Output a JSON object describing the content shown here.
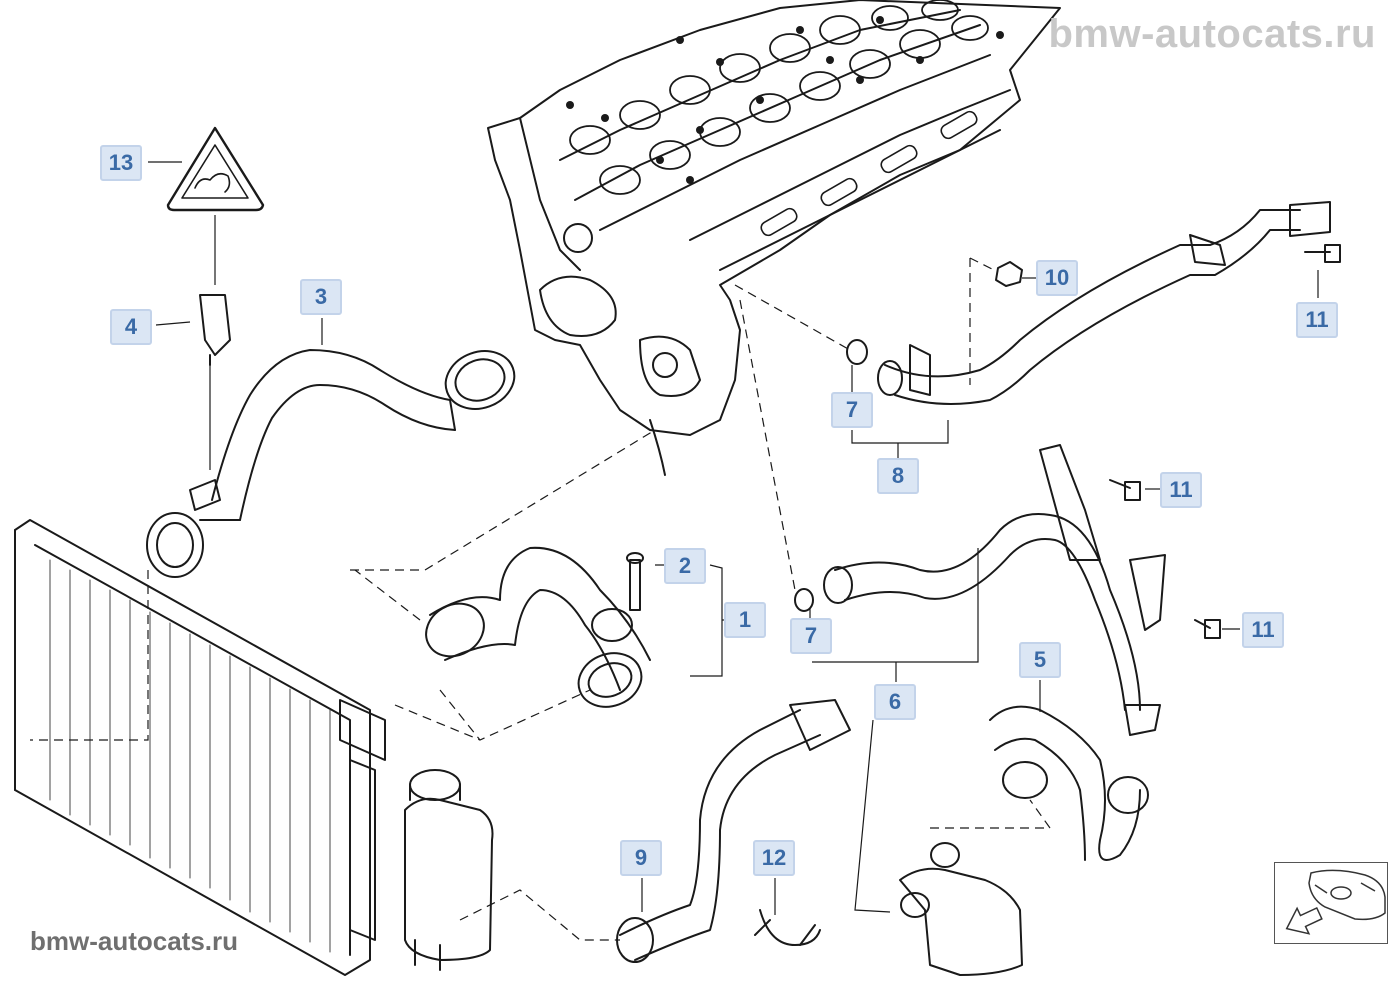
{
  "watermark": {
    "top": "bmw-autocats.ru",
    "bottom": "bmw-autocats.ru"
  },
  "callouts": {
    "c1": "1",
    "c2": "2",
    "c3": "3",
    "c4": "4",
    "c5": "5",
    "c6": "6",
    "c7a": "7",
    "c7b": "7",
    "c8": "8",
    "c9": "9",
    "c10": "10",
    "c11a": "11",
    "c11b": "11",
    "c11c": "11",
    "c12": "12",
    "c13": "13"
  },
  "colors": {
    "callout_fill": "#dbe6f4",
    "callout_text": "#3a6aa6",
    "line": "#1a1a1a"
  },
  "icons": {
    "warning": "hot-coolant-warning-icon",
    "navigation": "vehicle-thumbnail-arrow-icon"
  }
}
